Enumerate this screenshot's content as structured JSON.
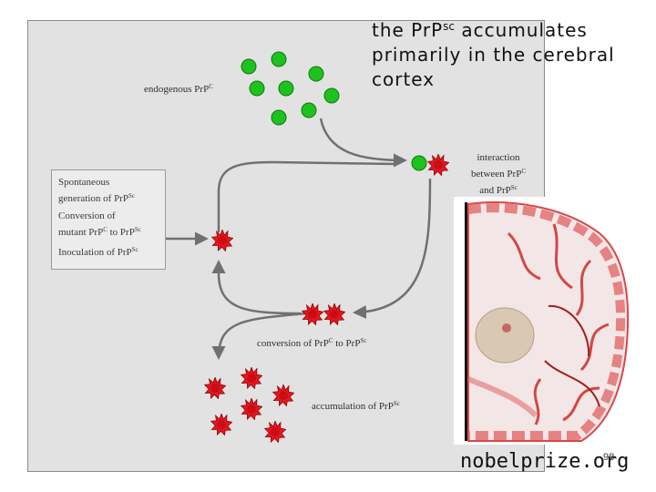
{
  "caption": {
    "text_before": "the PrP",
    "superscript": "sc",
    "text_after": " accumulates primarily in the cerebral cortex"
  },
  "diagram": {
    "endogenous": {
      "text": "endogenous PrP",
      "sup": "C"
    },
    "interaction": {
      "line1": "interaction",
      "line2": "between PrP",
      "line2_sup": "C",
      "line3": "and PrP",
      "line3_sup": "Sc"
    },
    "sidebox": {
      "spontaneous_1": "Spontaneous",
      "spontaneous_2": "generation of PrP",
      "spontaneous_2_sup": "Sc",
      "conversion_1": "Conversion of",
      "conversion_2a": "mutant PrP",
      "conversion_2a_sup": "C",
      "conversion_2b": " to PrP",
      "conversion_2b_sup": "Sc",
      "inoculation": "Inoculation of PrP",
      "inoculation_sup": "Sc"
    },
    "conversion": {
      "a": "conversion of PrP",
      "a_sup": "C",
      "b": " to PrP",
      "b_sup": "Sc"
    },
    "accumulation": {
      "text": "accumulation of PrP",
      "sup": "Sc"
    }
  },
  "colors": {
    "normal_prion": "#1ec21e",
    "misfolded_prion": "#e8141e",
    "arrow": "#707070",
    "brain_cortex": "#e05050"
  },
  "source": "nobelprize.org",
  "page_number": "98"
}
